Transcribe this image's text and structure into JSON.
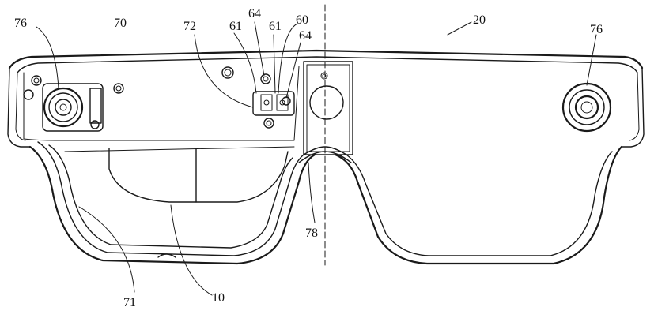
{
  "labels": {
    "l76_left": "76",
    "l70": "70",
    "l72": "72",
    "l64_top": "64",
    "l61_left": "61",
    "l61_right": "61",
    "l60": "60",
    "l64_right": "64",
    "l20": "20",
    "l76_right": "76",
    "l78": "78",
    "l71": "71",
    "l10": "10"
  }
}
